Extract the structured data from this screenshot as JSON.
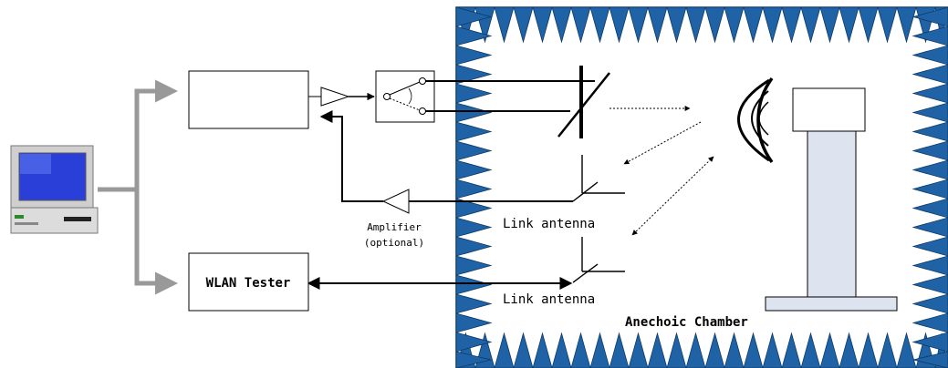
{
  "labels": {
    "wlan_tester": "WLAN Tester",
    "amplifier_line1": "Amplifier",
    "amplifier_line2": "(optional)",
    "link_antenna_upper": "Link antenna",
    "link_antenna_lower": "Link antenna",
    "chamber": "Anechoic Chamber"
  },
  "colors": {
    "absorber": "#1f63a6",
    "absorber_edge": "#0d3a66",
    "cable": "#999999",
    "line": "#000000",
    "mast": "#dde3ef"
  },
  "icons": {
    "computer": "desktop-computer-icon",
    "switch": "rf-switch-icon",
    "amplifier": "amplifier-triangle-icon",
    "antenna": "antenna-icon",
    "emitter": "radiating-source-icon"
  }
}
